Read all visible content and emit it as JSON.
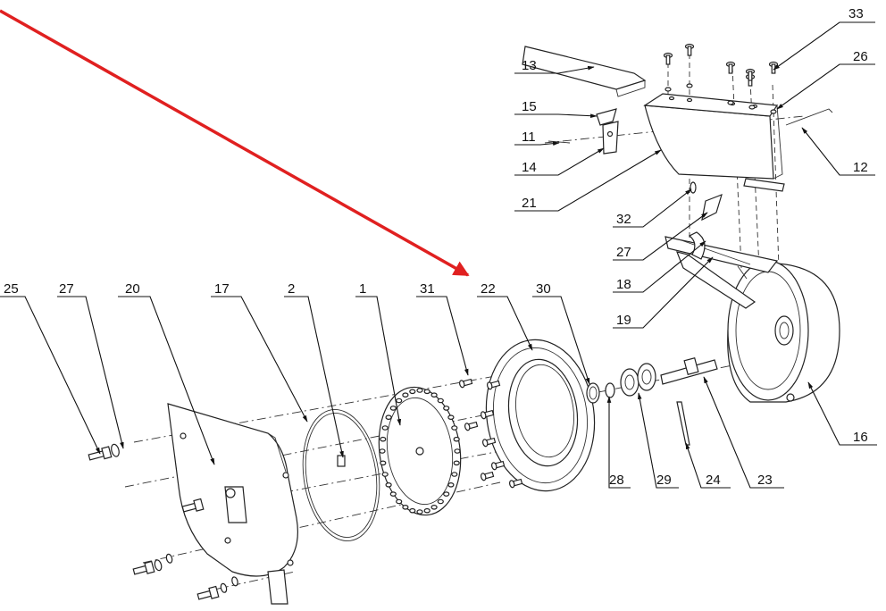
{
  "diagram": {
    "highlight_color": "#e02020",
    "line_color": "#111111",
    "callouts": [
      {
        "id": "c1",
        "label": "1"
      },
      {
        "id": "c2",
        "label": "2"
      },
      {
        "id": "c11",
        "label": "11"
      },
      {
        "id": "c12",
        "label": "12"
      },
      {
        "id": "c13",
        "label": "13"
      },
      {
        "id": "c14",
        "label": "14"
      },
      {
        "id": "c15",
        "label": "15"
      },
      {
        "id": "c16",
        "label": "16"
      },
      {
        "id": "c17",
        "label": "17"
      },
      {
        "id": "c18",
        "label": "18"
      },
      {
        "id": "c19",
        "label": "19"
      },
      {
        "id": "c20",
        "label": "20"
      },
      {
        "id": "c21",
        "label": "21"
      },
      {
        "id": "c22",
        "label": "22"
      },
      {
        "id": "c23",
        "label": "23"
      },
      {
        "id": "c24",
        "label": "24"
      },
      {
        "id": "c25",
        "label": "25"
      },
      {
        "id": "c26",
        "label": "26"
      },
      {
        "id": "c27a",
        "label": "27"
      },
      {
        "id": "c27b",
        "label": "27"
      },
      {
        "id": "c28",
        "label": "28"
      },
      {
        "id": "c29",
        "label": "29"
      },
      {
        "id": "c30",
        "label": "30"
      },
      {
        "id": "c31",
        "label": "31"
      },
      {
        "id": "c32",
        "label": "32"
      },
      {
        "id": "c33",
        "label": "33"
      }
    ],
    "highlighted_part": "22"
  }
}
